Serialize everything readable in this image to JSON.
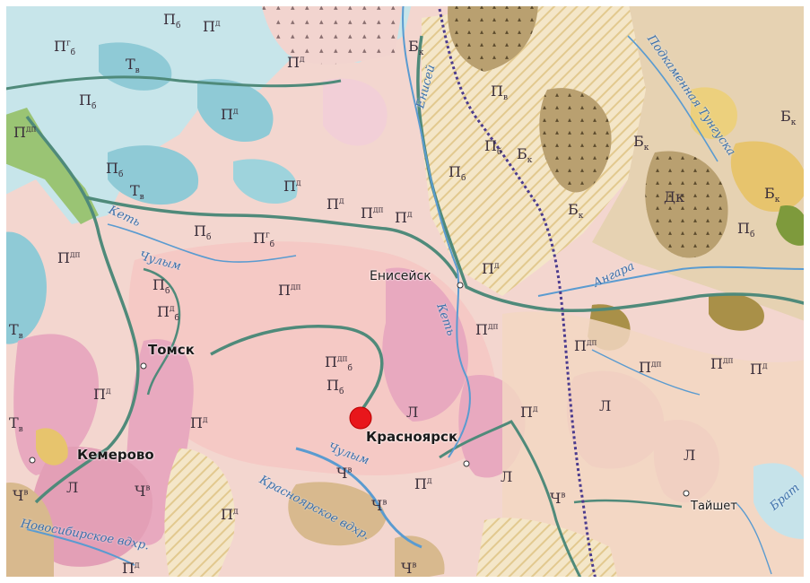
{
  "colors": {
    "background": "#f3d6cf",
    "pink_soil": "#e8a9bf",
    "light_pink": "#f6d9d3",
    "blue_soil": "#8fcad6",
    "light_blue": "#c6e3ea",
    "olive_soil": "#b59a62",
    "yellow_soil": "#e7c46d",
    "green_soil": "#9ac474",
    "river_border": "#4f8a7a",
    "railway": "#4b3b8e",
    "marker": "#e8161b"
  },
  "marker": {
    "name": "location-marker",
    "color": "#e8161b"
  },
  "cities": [
    {
      "id": "tomsk",
      "label": "Томск"
    },
    {
      "id": "kemerovo",
      "label": "Кемерово"
    },
    {
      "id": "krasnoyarsk",
      "label": "Красноярск"
    },
    {
      "id": "yeniseysk",
      "label": "Енисейск"
    },
    {
      "id": "tayshet",
      "label": "Тайшет"
    }
  ],
  "rivers": [
    {
      "id": "yenisei-north",
      "label": "Енисей"
    },
    {
      "id": "ket-west",
      "label": "Кеть"
    },
    {
      "id": "chulym-north",
      "label": "Чулым"
    },
    {
      "id": "ket-east",
      "label": "Кеть"
    },
    {
      "id": "chulym-south",
      "label": "Чулым"
    },
    {
      "id": "krasnoyarsk-reservoir",
      "label": "Красноярское вдхр."
    },
    {
      "id": "novosibirsk-reservoir",
      "label": "Новосибирское вдхр."
    },
    {
      "id": "angara",
      "label": "Ангара"
    },
    {
      "id": "podkamennaya-tunguska",
      "label": "Подкаменная Тунгуска"
    },
    {
      "id": "bratsk",
      "label": "Брат"
    }
  ],
  "soil_labels": [
    {
      "base": "П",
      "sup": "",
      "sub": "б"
    },
    {
      "base": "П",
      "sup": "г",
      "sub": "б"
    },
    {
      "base": "Т",
      "sup": "",
      "sub": "в"
    },
    {
      "base": "П",
      "sup": "",
      "sub": "б"
    },
    {
      "base": "П",
      "sup": "дп",
      "sub": ""
    },
    {
      "base": "П",
      "sup": "",
      "sub": "б"
    },
    {
      "base": "Т",
      "sup": "",
      "sub": "в"
    },
    {
      "base": "П",
      "sup": "",
      "sub": "б"
    },
    {
      "base": "П",
      "sup": "г",
      "sub": "б"
    },
    {
      "base": "П",
      "sup": "дп",
      "sub": ""
    },
    {
      "base": "П",
      "sup": "",
      "sub": "б"
    },
    {
      "base": "П",
      "sup": "д",
      "sub": "б"
    },
    {
      "base": "Т",
      "sup": "",
      "sub": "в"
    },
    {
      "base": "П",
      "sup": "дп",
      "sub": ""
    },
    {
      "base": "П",
      "sup": "дп",
      "sub": "б"
    },
    {
      "base": "П",
      "sup": "",
      "sub": "б"
    },
    {
      "base": "Л",
      "sup": "",
      "sub": ""
    },
    {
      "base": "П",
      "sup": "д",
      "sub": ""
    },
    {
      "base": "Ч",
      "sup": "в",
      "sub": ""
    },
    {
      "base": "Ч",
      "sup": "в",
      "sub": ""
    },
    {
      "base": "П",
      "sup": "д",
      "sub": ""
    },
    {
      "base": "Ч",
      "sup": "в",
      "sub": ""
    },
    {
      "base": "П",
      "sup": "д",
      "sub": ""
    },
    {
      "base": "Л",
      "sup": "",
      "sub": ""
    },
    {
      "base": "Ч",
      "sup": "в",
      "sub": ""
    },
    {
      "base": "П",
      "sup": "д",
      "sub": ""
    },
    {
      "base": "Ч",
      "sup": "в",
      "sub": ""
    },
    {
      "base": "Л",
      "sup": "",
      "sub": ""
    },
    {
      "base": "П",
      "sup": "дп",
      "sub": ""
    },
    {
      "base": "Л",
      "sup": "",
      "sub": ""
    },
    {
      "base": "П",
      "sup": "д",
      "sub": ""
    },
    {
      "base": "П",
      "sup": "дп",
      "sub": ""
    },
    {
      "base": "П",
      "sup": "д",
      "sub": ""
    },
    {
      "base": "Ч",
      "sup": "в",
      "sub": ""
    },
    {
      "base": "Л",
      "sup": "",
      "sub": ""
    },
    {
      "base": "П",
      "sup": "",
      "sub": "б"
    },
    {
      "base": "П",
      "sup": "д",
      "sub": ""
    },
    {
      "base": "П",
      "sup": "",
      "sub": "б"
    },
    {
      "base": "П",
      "sup": "",
      "sub": "в"
    },
    {
      "base": "Б",
      "sup": "",
      "sub": "к"
    },
    {
      "base": "Б",
      "sup": "",
      "sub": "к"
    },
    {
      "base": "Б",
      "sup": "",
      "sub": "к"
    },
    {
      "base": "Б",
      "sup": "",
      "sub": "к"
    },
    {
      "base": "Дк",
      "sup": "",
      "sub": ""
    },
    {
      "base": "Б",
      "sup": "",
      "sub": "к"
    },
    {
      "base": "П",
      "sup": "",
      "sub": "б"
    },
    {
      "base": "П",
      "sup": "дп",
      "sub": ""
    },
    {
      "base": "П",
      "sup": "дп",
      "sub": ""
    },
    {
      "base": "Б",
      "sup": "",
      "sub": "к"
    },
    {
      "base": "Т",
      "sup": "",
      "sub": "в"
    },
    {
      "base": "П",
      "sup": "дп",
      "sub": ""
    },
    {
      "base": "П",
      "sup": "д",
      "sub": ""
    },
    {
      "base": "П",
      "sup": "д",
      "sub": ""
    },
    {
      "base": "П",
      "sup": "д",
      "sub": ""
    },
    {
      "base": "П",
      "sup": "д",
      "sub": ""
    },
    {
      "base": "П",
      "sup": "д",
      "sub": ""
    },
    {
      "base": "П",
      "sup": "д",
      "sub": ""
    },
    {
      "base": "П",
      "sup": "д",
      "sub": ""
    }
  ]
}
